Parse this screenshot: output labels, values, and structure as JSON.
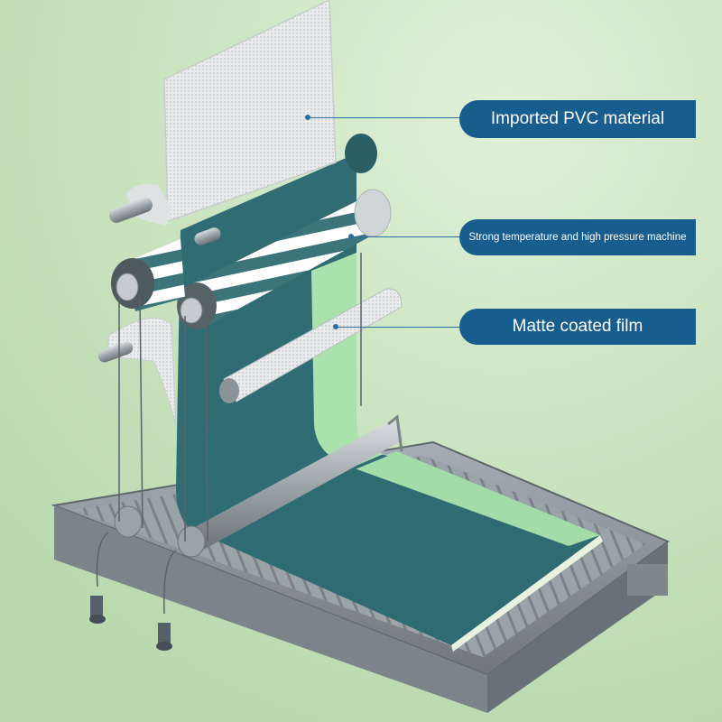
{
  "callouts": {
    "pvc": "Imported PVC material",
    "machine": "Strong temperature and high pressure machine",
    "film": "Matte coated film"
  },
  "colors": {
    "background": "#cfe6c4",
    "callout": "#175d8e",
    "board_teal": "#2e6b74",
    "film_green": "#b7f0b3",
    "frame_gray": "#8e979d"
  }
}
